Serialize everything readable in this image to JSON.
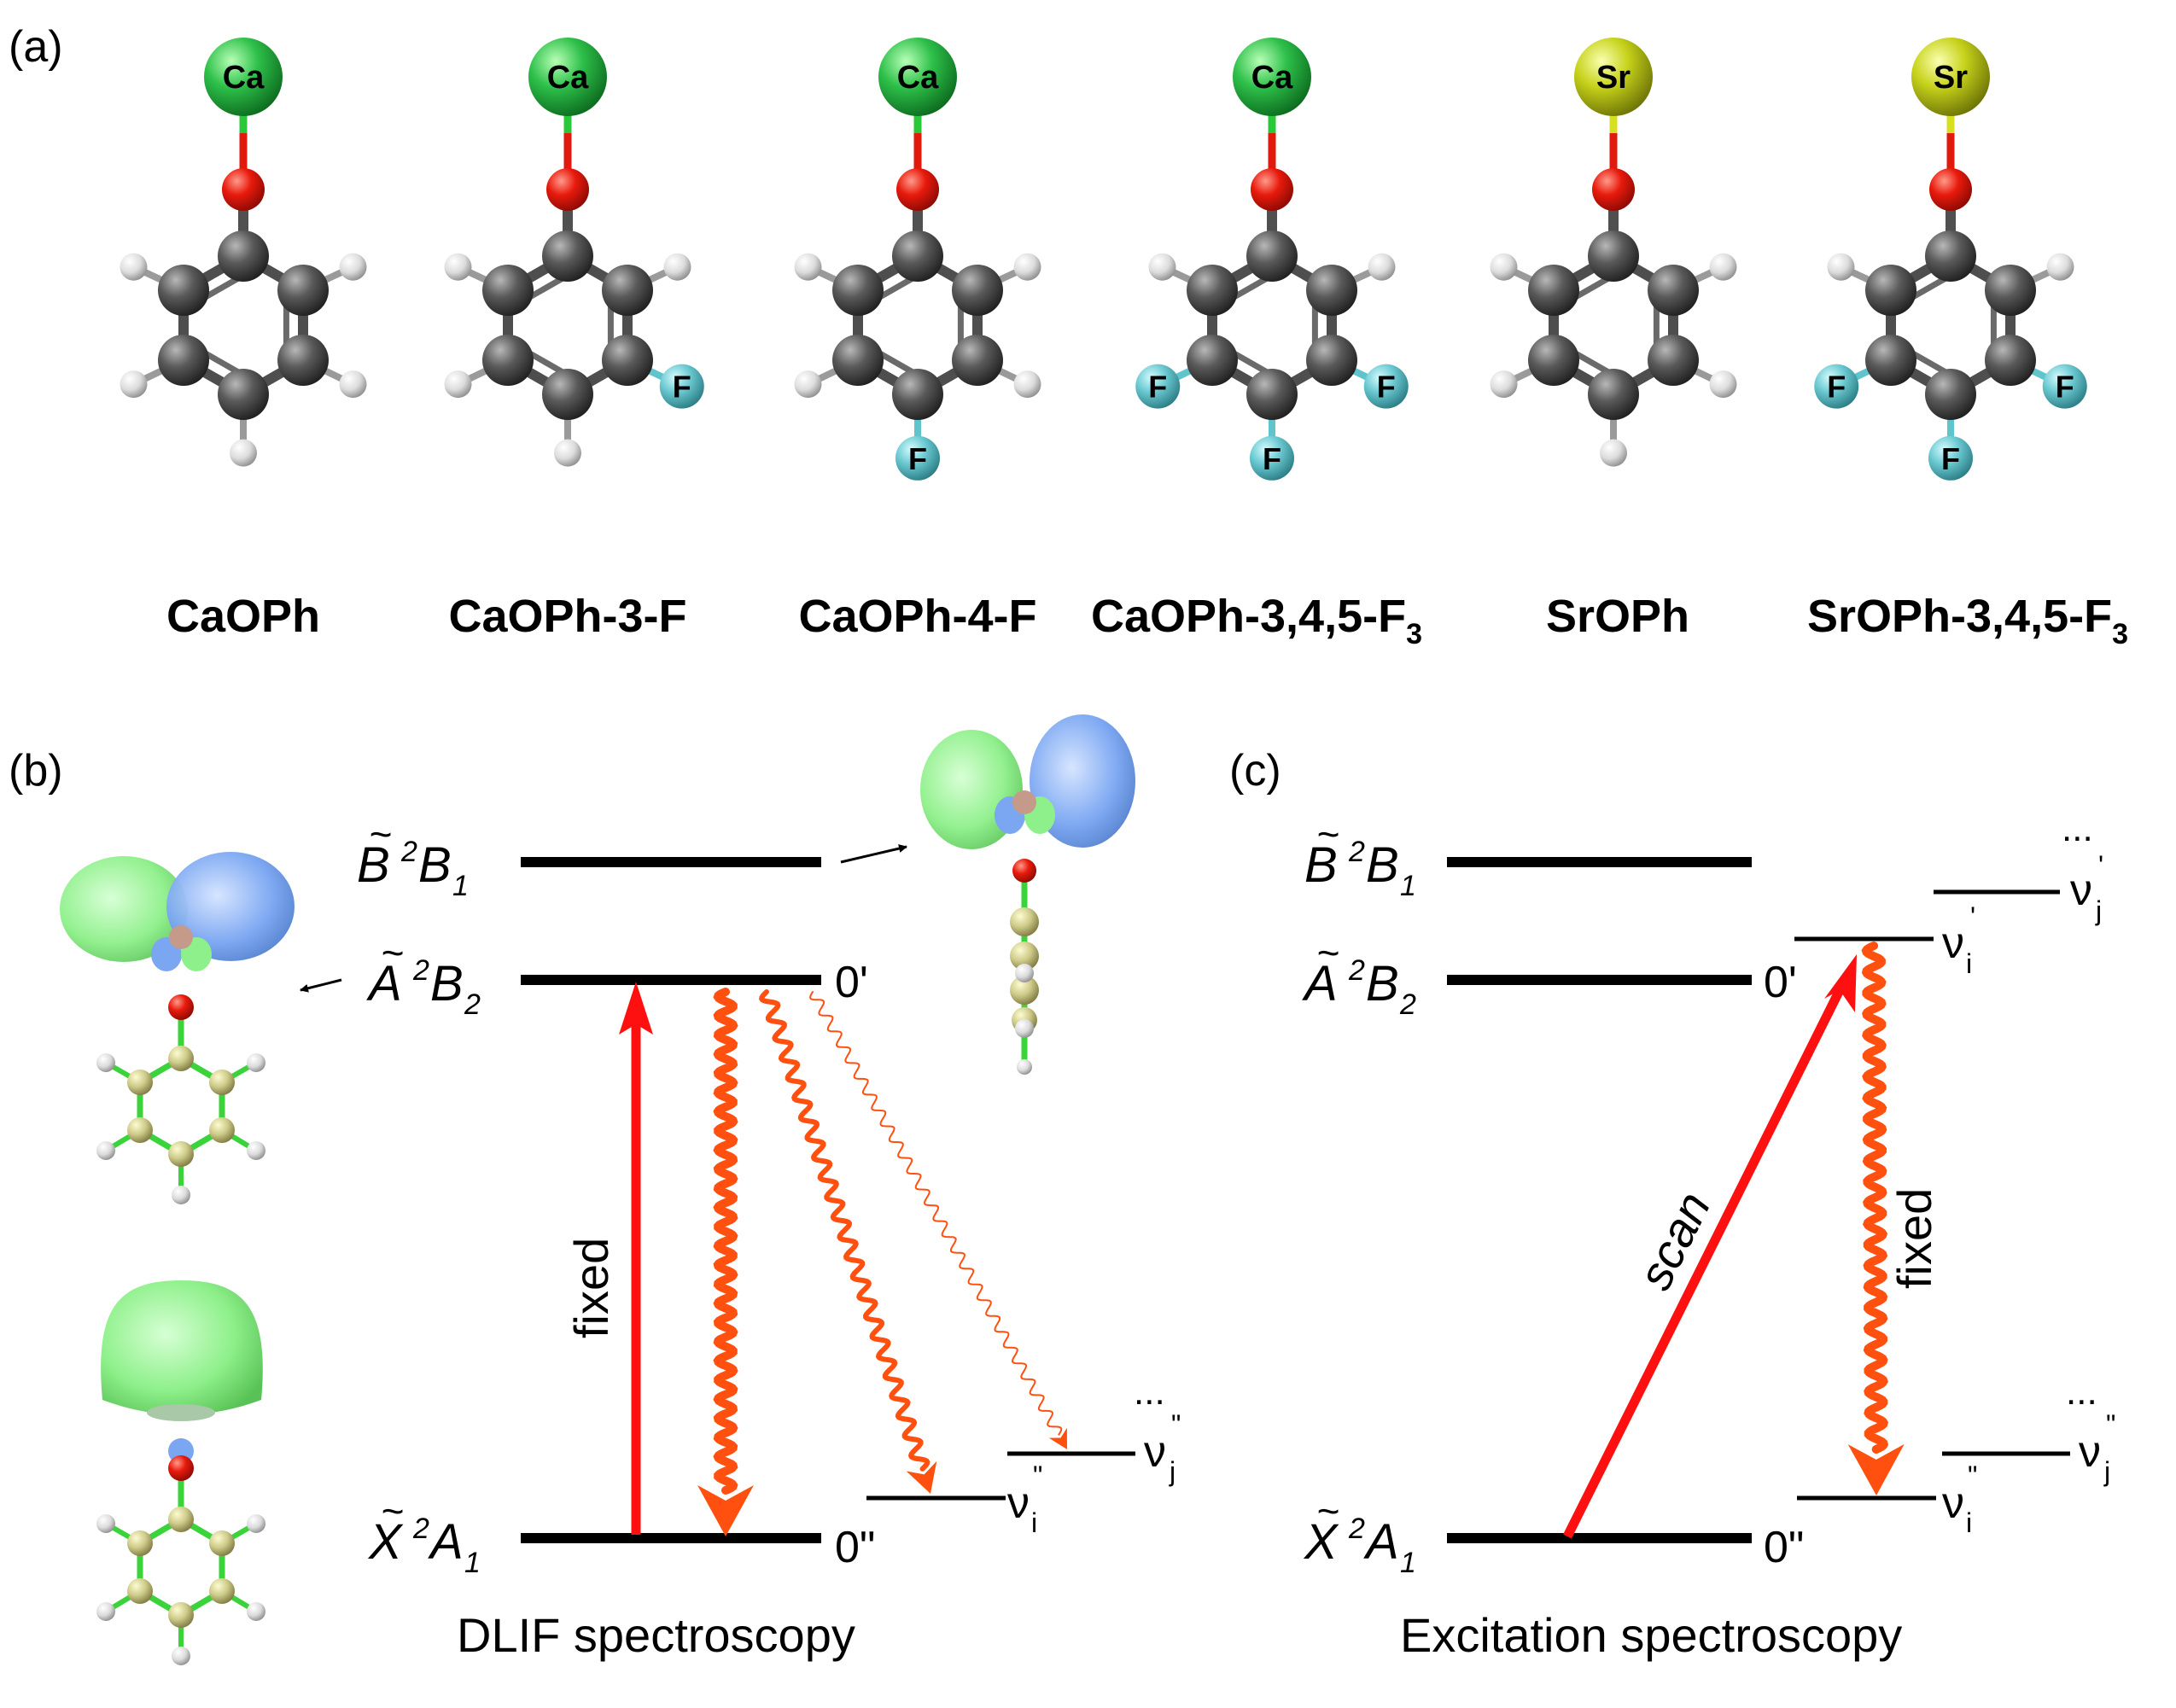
{
  "panels": {
    "a": "(a)",
    "b": "(b)",
    "c": "(c)"
  },
  "molecules": [
    {
      "name": "CaOPh",
      "metal": "Ca",
      "substituents": []
    },
    {
      "name": "CaOPh-3-F",
      "metal": "Ca",
      "substituents": [
        "F"
      ]
    },
    {
      "name": "CaOPh-4-F",
      "metal": "Ca",
      "substituents": [
        "F"
      ]
    },
    {
      "name": "CaOPh-3,4,5-F",
      "sub": "3",
      "metal": "Ca",
      "substituents": [
        "F",
        "F",
        "F"
      ]
    },
    {
      "name": "SrOPh",
      "metal": "Sr",
      "substituents": []
    },
    {
      "name": "SrOPh-3,4,5-F",
      "sub": "3",
      "metal": "Sr",
      "substituents": [
        "F",
        "F",
        "F"
      ]
    }
  ],
  "atoms": {
    "fluorine": "F"
  },
  "states": {
    "B": {
      "tilde": "~",
      "letter": "B",
      "sup": "2",
      "term": "B",
      "sub": "1"
    },
    "A": {
      "tilde": "~",
      "letter": "A",
      "sup": "2",
      "term": "B",
      "sub": "2"
    },
    "X": {
      "tilde": "~",
      "letter": "X",
      "sup": "2",
      "term": "A",
      "sub": "1"
    }
  },
  "level_labels": {
    "upper_zero": "0'",
    "lower_zero": "0\"",
    "nu": "ν",
    "i": "i",
    "j": "j",
    "prime": "'",
    "dprime": "\"",
    "ellipsis": "..."
  },
  "panel_b": {
    "arrow_label": "fixed",
    "caption": "DLIF spectroscopy"
  },
  "panel_c": {
    "scan_label": "scan",
    "fixed_label": "fixed",
    "caption": "Excitation spectroscopy"
  },
  "colors": {
    "calcium": "#1faa3a",
    "strontium": "#b6c40a",
    "oxygen": "#e0180c",
    "carbon": "#505050",
    "hydrogen": "#d8d8d8",
    "fluorine": "#5fc4cc",
    "laser": "#ff1010",
    "emission": "#ff5010",
    "orbital_green": "#8ef08a",
    "orbital_blue": "#7aa6f2"
  }
}
